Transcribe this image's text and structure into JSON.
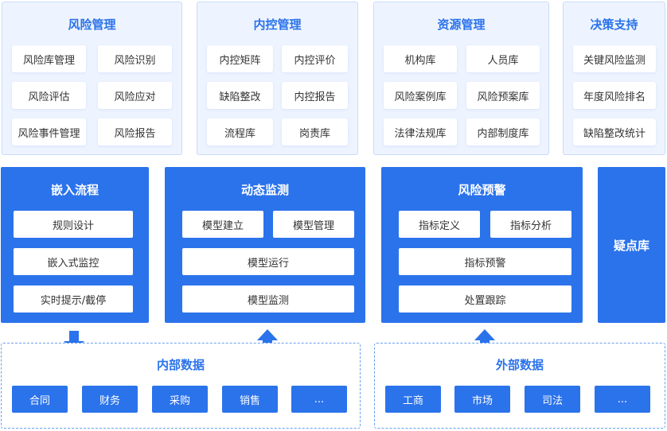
{
  "top_panels": [
    {
      "title": "风险管理",
      "items": [
        "风险库管理",
        "风险识别",
        "风险评估",
        "风险应对",
        "风险事件管理",
        "风险报告"
      ]
    },
    {
      "title": "内控管理",
      "items": [
        "内控矩阵",
        "内控评价",
        "缺陷整改",
        "内控报告",
        "流程库",
        "岗责库"
      ]
    },
    {
      "title": "资源管理",
      "items": [
        "机构库",
        "人员库",
        "风险案例库",
        "风险预案库",
        "法律法规库",
        "内部制度库"
      ]
    },
    {
      "title": "决策支持",
      "items": [
        "关键风险监测",
        "年度风险排名",
        "缺陷整改统计"
      ]
    }
  ],
  "middle_panels": {
    "embed": {
      "title": "嵌入流程",
      "items": [
        "规则设计",
        "嵌入式监控",
        "实时提示/截停"
      ]
    },
    "monitor": {
      "title": "动态监测",
      "items": [
        "模型建立",
        "模型管理",
        "模型运行",
        "模型监测"
      ]
    },
    "warning": {
      "title": "风险预警",
      "items": [
        "指标定义",
        "指标分析",
        "指标预警",
        "处置跟踪"
      ]
    },
    "doubt": {
      "title": "疑点库"
    }
  },
  "bottom_panels": {
    "internal": {
      "title": "内部数据",
      "items": [
        "合同",
        "财务",
        "采购",
        "销售",
        "..."
      ]
    },
    "external": {
      "title": "外部数据",
      "items": [
        "工商",
        "市场",
        "司法",
        "..."
      ]
    }
  },
  "colors": {
    "primary": "#2b73eb",
    "light_panel": "#eef4ff",
    "title_text": "#2a72ea"
  }
}
